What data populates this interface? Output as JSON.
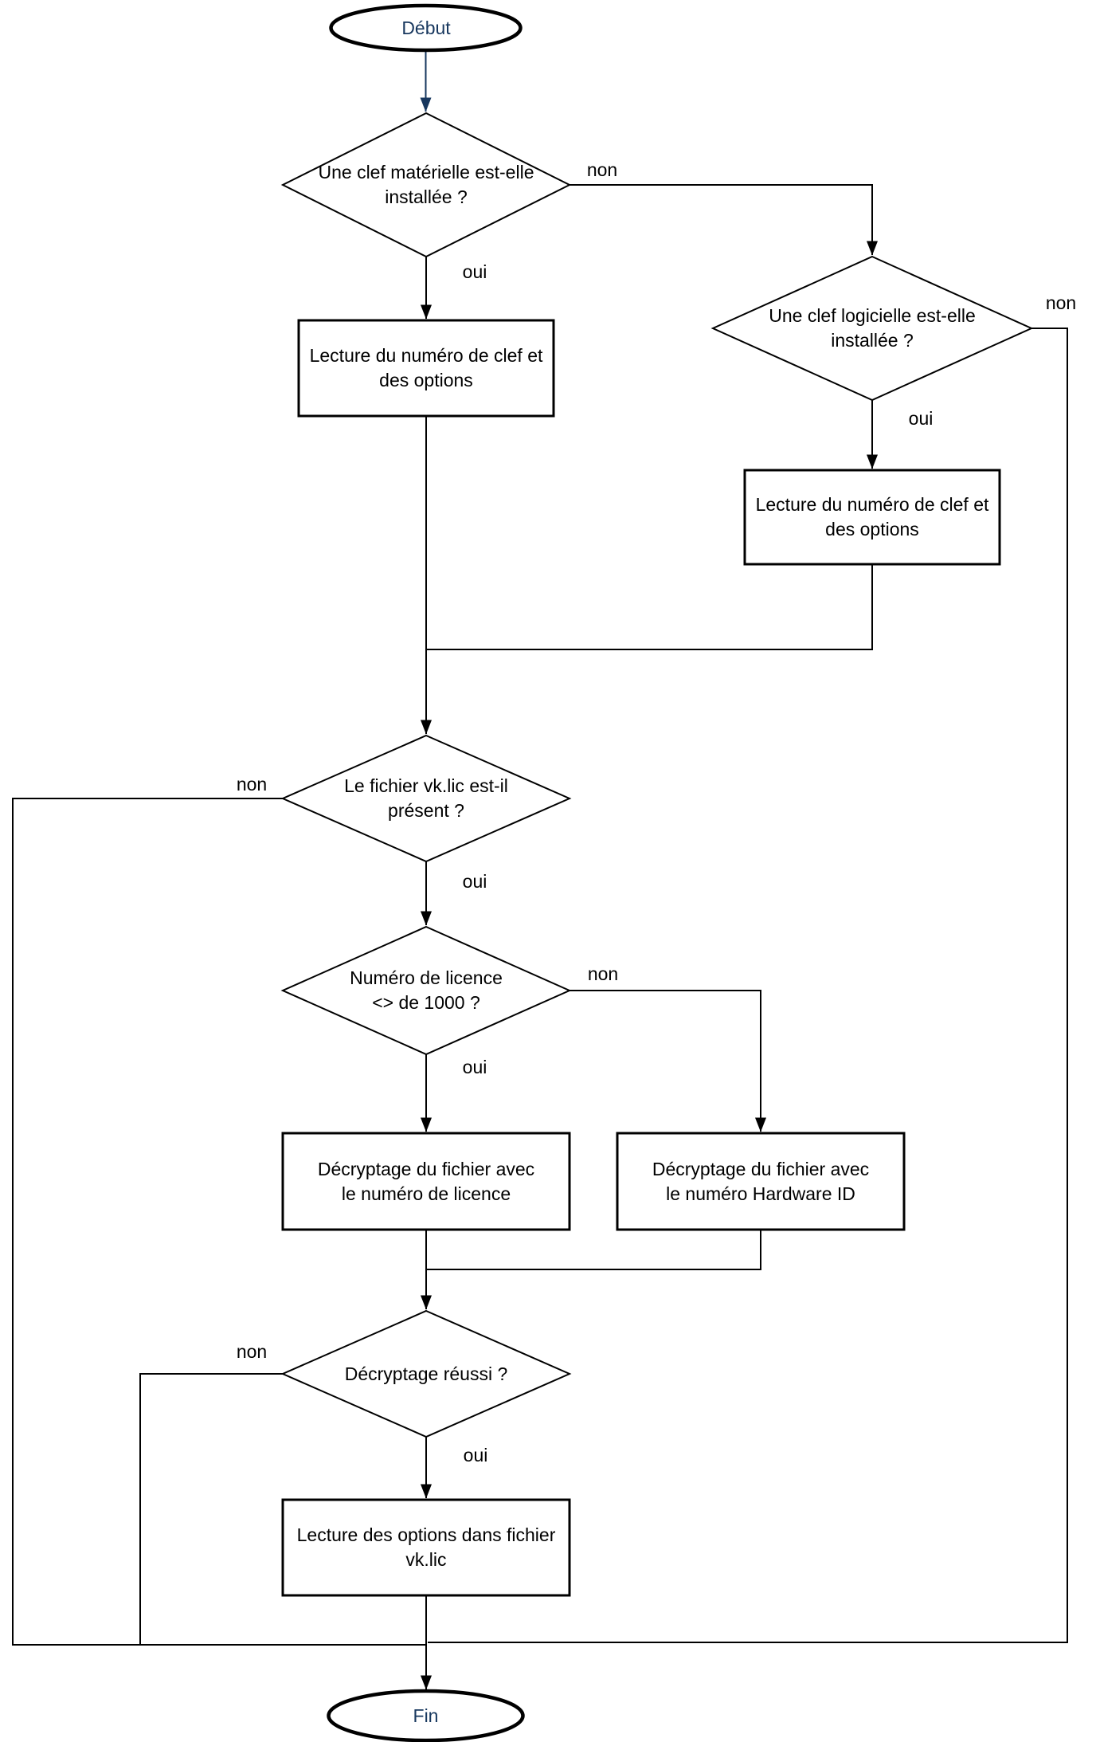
{
  "diagram": {
    "type": "flowchart",
    "language": "fr",
    "colors": {
      "shape_stroke": "#000000",
      "shape_fill": "#ffffff",
      "node_text": "#000000",
      "terminator_text": "#17375E",
      "start_arrow": "#17375E",
      "edge_stroke": "#000000",
      "background": "#ffffff"
    },
    "nodes": [
      {
        "id": "start",
        "type": "terminator",
        "label": "Début"
      },
      {
        "id": "decision-hardware-key",
        "type": "decision",
        "label": "Une clef matérielle est-elle\ninstallée ?"
      },
      {
        "id": "process-read-key-hw",
        "type": "process",
        "label": "Lecture du numéro de clef et\ndes options"
      },
      {
        "id": "decision-software-key",
        "type": "decision",
        "label": "Une clef logicielle est-elle\ninstallée ?"
      },
      {
        "id": "process-read-key-sw",
        "type": "process",
        "label": "Lecture du numéro de clef et\ndes options"
      },
      {
        "id": "decision-vklic-present",
        "type": "decision",
        "label": "Le fichier vk.lic est-il\nprésent ?"
      },
      {
        "id": "decision-license-number",
        "type": "decision",
        "label": "Numéro de licence\n<> de 1000 ?"
      },
      {
        "id": "process-decrypt-license",
        "type": "process",
        "label": "Décryptage du fichier avec\nle numéro de licence"
      },
      {
        "id": "process-decrypt-hwid",
        "type": "process",
        "label": "Décryptage du fichier avec\nle numéro Hardware ID"
      },
      {
        "id": "decision-decrypt-success",
        "type": "decision",
        "label": "Décryptage réussi ?"
      },
      {
        "id": "process-read-options",
        "type": "process",
        "label": "Lecture des options dans fichier\nvk.lic"
      },
      {
        "id": "end",
        "type": "terminator",
        "label": "Fin"
      }
    ],
    "edge_labels": [
      {
        "id": "label-oui-hardware",
        "text": "oui"
      },
      {
        "id": "label-non-hardware",
        "text": "non"
      },
      {
        "id": "label-oui-software",
        "text": "oui"
      },
      {
        "id": "label-non-software",
        "text": "non"
      },
      {
        "id": "label-non-vklic",
        "text": "non"
      },
      {
        "id": "label-oui-vklic",
        "text": "oui"
      },
      {
        "id": "label-non-license",
        "text": "non"
      },
      {
        "id": "label-oui-license",
        "text": "oui"
      },
      {
        "id": "label-non-decrypt",
        "text": "non"
      },
      {
        "id": "label-oui-decrypt",
        "text": "oui"
      }
    ]
  }
}
